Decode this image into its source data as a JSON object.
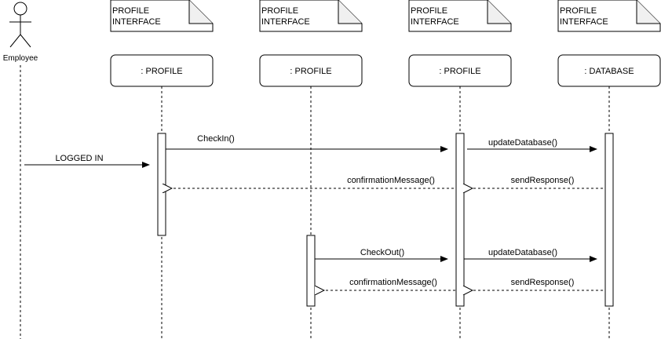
{
  "actor": {
    "label": "Employee"
  },
  "notes": [
    {
      "line1": "PROFILE",
      "line2": "INTERFACE"
    },
    {
      "line1": "PROFILE",
      "line2": "INTERFACE"
    },
    {
      "line1": "PROFILE",
      "line2": "INTERFACE"
    },
    {
      "line1": "PROFILE",
      "line2": "INTERFACE"
    }
  ],
  "participants": [
    {
      "label": ": PROFILE"
    },
    {
      "label": ": PROFILE"
    },
    {
      "label": ": PROFILE"
    },
    {
      "label": ": DATABASE"
    }
  ],
  "messages": [
    {
      "label": "LOGGED IN",
      "kind": "call"
    },
    {
      "label": "CheckIn()",
      "kind": "call"
    },
    {
      "label": "updateDatabase()",
      "kind": "call"
    },
    {
      "label": "confirmationMessage()",
      "kind": "return"
    },
    {
      "label": "sendResponse()",
      "kind": "return"
    },
    {
      "label": "CheckOut()",
      "kind": "call"
    },
    {
      "label": "updateDatabase()",
      "kind": "call"
    },
    {
      "label": "confirmationMessage()",
      "kind": "return"
    },
    {
      "label": "sendResponse()",
      "kind": "return"
    }
  ]
}
